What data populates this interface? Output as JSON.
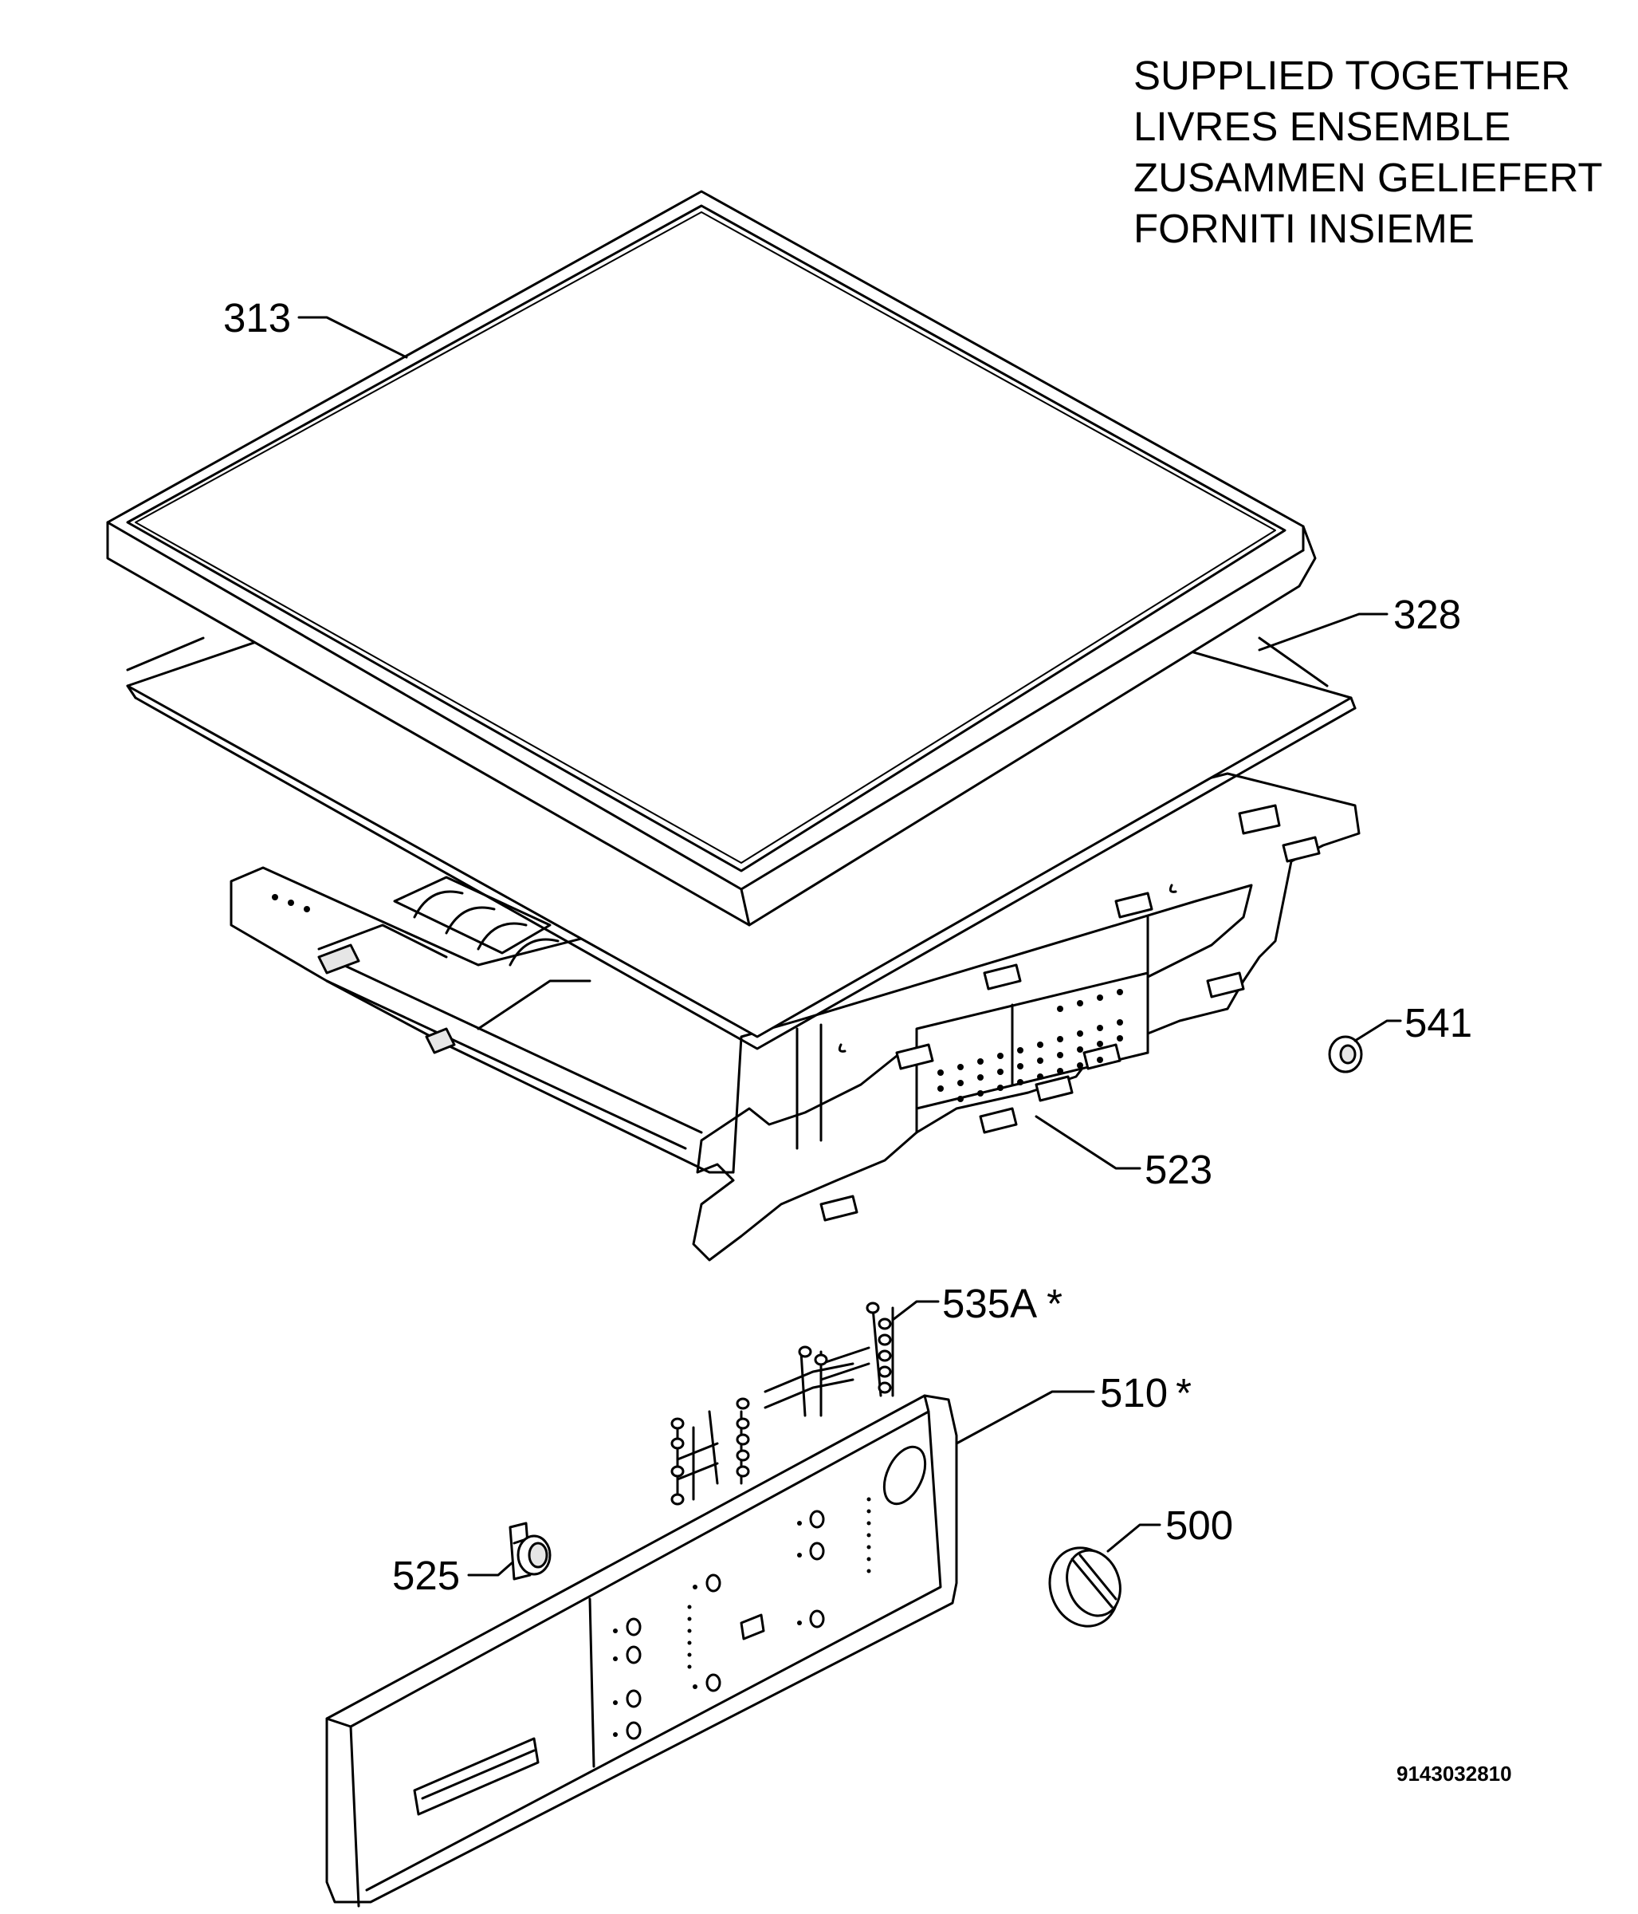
{
  "note": {
    "lines": [
      "SUPPLIED TOGETHER",
      "LIVRES ENSEMBLE",
      "ZUSAMMEN GELIEFERT",
      "FORNITI INSIEME"
    ]
  },
  "callouts": {
    "p313": "313",
    "p328": "328",
    "p541": "541",
    "p523": "523",
    "p535a": "535A",
    "p510": "510",
    "p525": "525",
    "p500": "500",
    "asterisk": "*"
  },
  "document_number": "9143032810"
}
